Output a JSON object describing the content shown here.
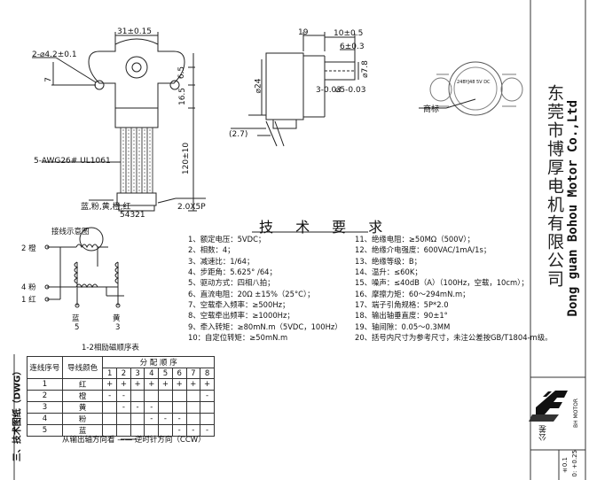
{
  "dimensions": {
    "width_top": "31±0.15",
    "hole": "2-⌀4.2±0.1",
    "dim_7": "7",
    "dim_65": "6.5",
    "dim_165": "16.5",
    "dim_120": "120±10",
    "wire_spec": "5-AWG26# UL1061",
    "wire_colors": "蓝,粉,黄,橙,红",
    "pins": "54321",
    "pitch": "2.0X5P",
    "dim_19": "19",
    "dim_10": "10±0.5",
    "dim_6": "6±0.3",
    "dim_24": "⌀24",
    "dim_3": "3-0.03",
    "dim_5": "⌀5-0.03",
    "dim_27": "(2.7)",
    "dim_78": "⌀7.8"
  },
  "label": {
    "sticker": "商标",
    "product_small": "24BYJ48 5V DC",
    "brand": "BH MOTOR"
  },
  "schematic": {
    "title": "接线示意图",
    "orange": "2 橙",
    "pink": "4 粉",
    "red": "1 红",
    "blue": "蓝",
    "blue_num": "5",
    "yellow": "黄",
    "yellow_num": "3"
  },
  "requirements": {
    "title": "技 术 要 求",
    "left": [
      "1、额定电压：5VDC；",
      "2、相数：4；",
      "3、减速比：1/64；",
      "4、步距角：5.625° /64；",
      "5、驱动方式：四相八拍；",
      "6、直流电阻：20Ω ±15%（25°C）；",
      "7、空载牵入频率：≥500Hz；",
      "8、空载牵出频率：≥1000Hz；",
      "9、牵入转矩：≥80mN.m（5VDC，100Hz）",
      "10：自定位转矩：≥50mN.m"
    ],
    "right": [
      "11、绝缘电阻：≥50MΩ（500V）；",
      "12、绝缘介电强度：600VAC/1mA/1s；",
      "13、绝缘等级：B；",
      "14、温升：≤60K；",
      "15、噪声：≤40dB（A）（100Hz，空载，10cm）；",
      "16、摩擦力矩：60～294mN.m；",
      "17、端子引角规格：5P*2.0",
      "18、输出轴垂直度：90±1°",
      "19、轴间隙：0.05～0.3MM",
      "20、括号内尺寸为参考尺寸，未注公差按GB/T1804-m级。"
    ]
  },
  "table": {
    "title": "1-2相励磁顺序表",
    "col_seq": "连线序号",
    "col_color": "导线颜色",
    "col_dist": "分 配 顺 序",
    "steps": [
      "1",
      "2",
      "3",
      "4",
      "5",
      "6",
      "7",
      "8"
    ],
    "rows": [
      {
        "n": "1",
        "c": "红",
        "s": [
          "+",
          "+",
          "+",
          "+",
          "+",
          "+",
          "+",
          "+"
        ]
      },
      {
        "n": "2",
        "c": "橙",
        "s": [
          "-",
          "-",
          "",
          "",
          "",
          "",
          "",
          "-"
        ]
      },
      {
        "n": "3",
        "c": "黄",
        "s": [
          "",
          "-",
          "-",
          "-",
          "",
          "",
          "",
          ""
        ]
      },
      {
        "n": "4",
        "c": "粉",
        "s": [
          "",
          "",
          "",
          "-",
          "-",
          "-",
          "",
          ""
        ]
      },
      {
        "n": "5",
        "c": "蓝",
        "s": [
          "",
          "",
          "",
          "",
          "",
          "-",
          "-",
          "-"
        ]
      }
    ],
    "footer": "从输出轴方向看 ——  逆时针方向（CCW）"
  },
  "section": "三、技术图纸（DWG）",
  "company": {
    "cn": "东莞市博厚电机有限公司",
    "en": "Dong guan Bohou Motor Co.,Ltd"
  },
  "tolerance": {
    "label": "公差",
    "val1": "±0.1",
    "val2": "0: +0.25"
  }
}
